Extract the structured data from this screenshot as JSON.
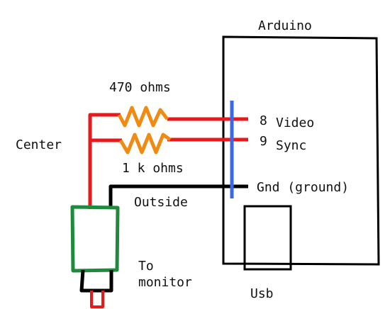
{
  "labels": {
    "arduino": "Arduino",
    "resistor_top": "470 ohms",
    "resistor_bottom": "1 k ohms",
    "center": "Center",
    "outside": "Outside",
    "to": "To",
    "monitor": "monitor",
    "usb": "Usb",
    "pin8": "8",
    "pin9": "9",
    "video": "Video",
    "sync": "Sync",
    "gnd": "Gnd (ground)"
  },
  "colors": {
    "wire_signal": "#e8181b",
    "wire_ground": "#000000",
    "resistor": "#f08a10",
    "header": "#3a68e8",
    "connector": "#1f8a3c",
    "outline": "#000000"
  }
}
